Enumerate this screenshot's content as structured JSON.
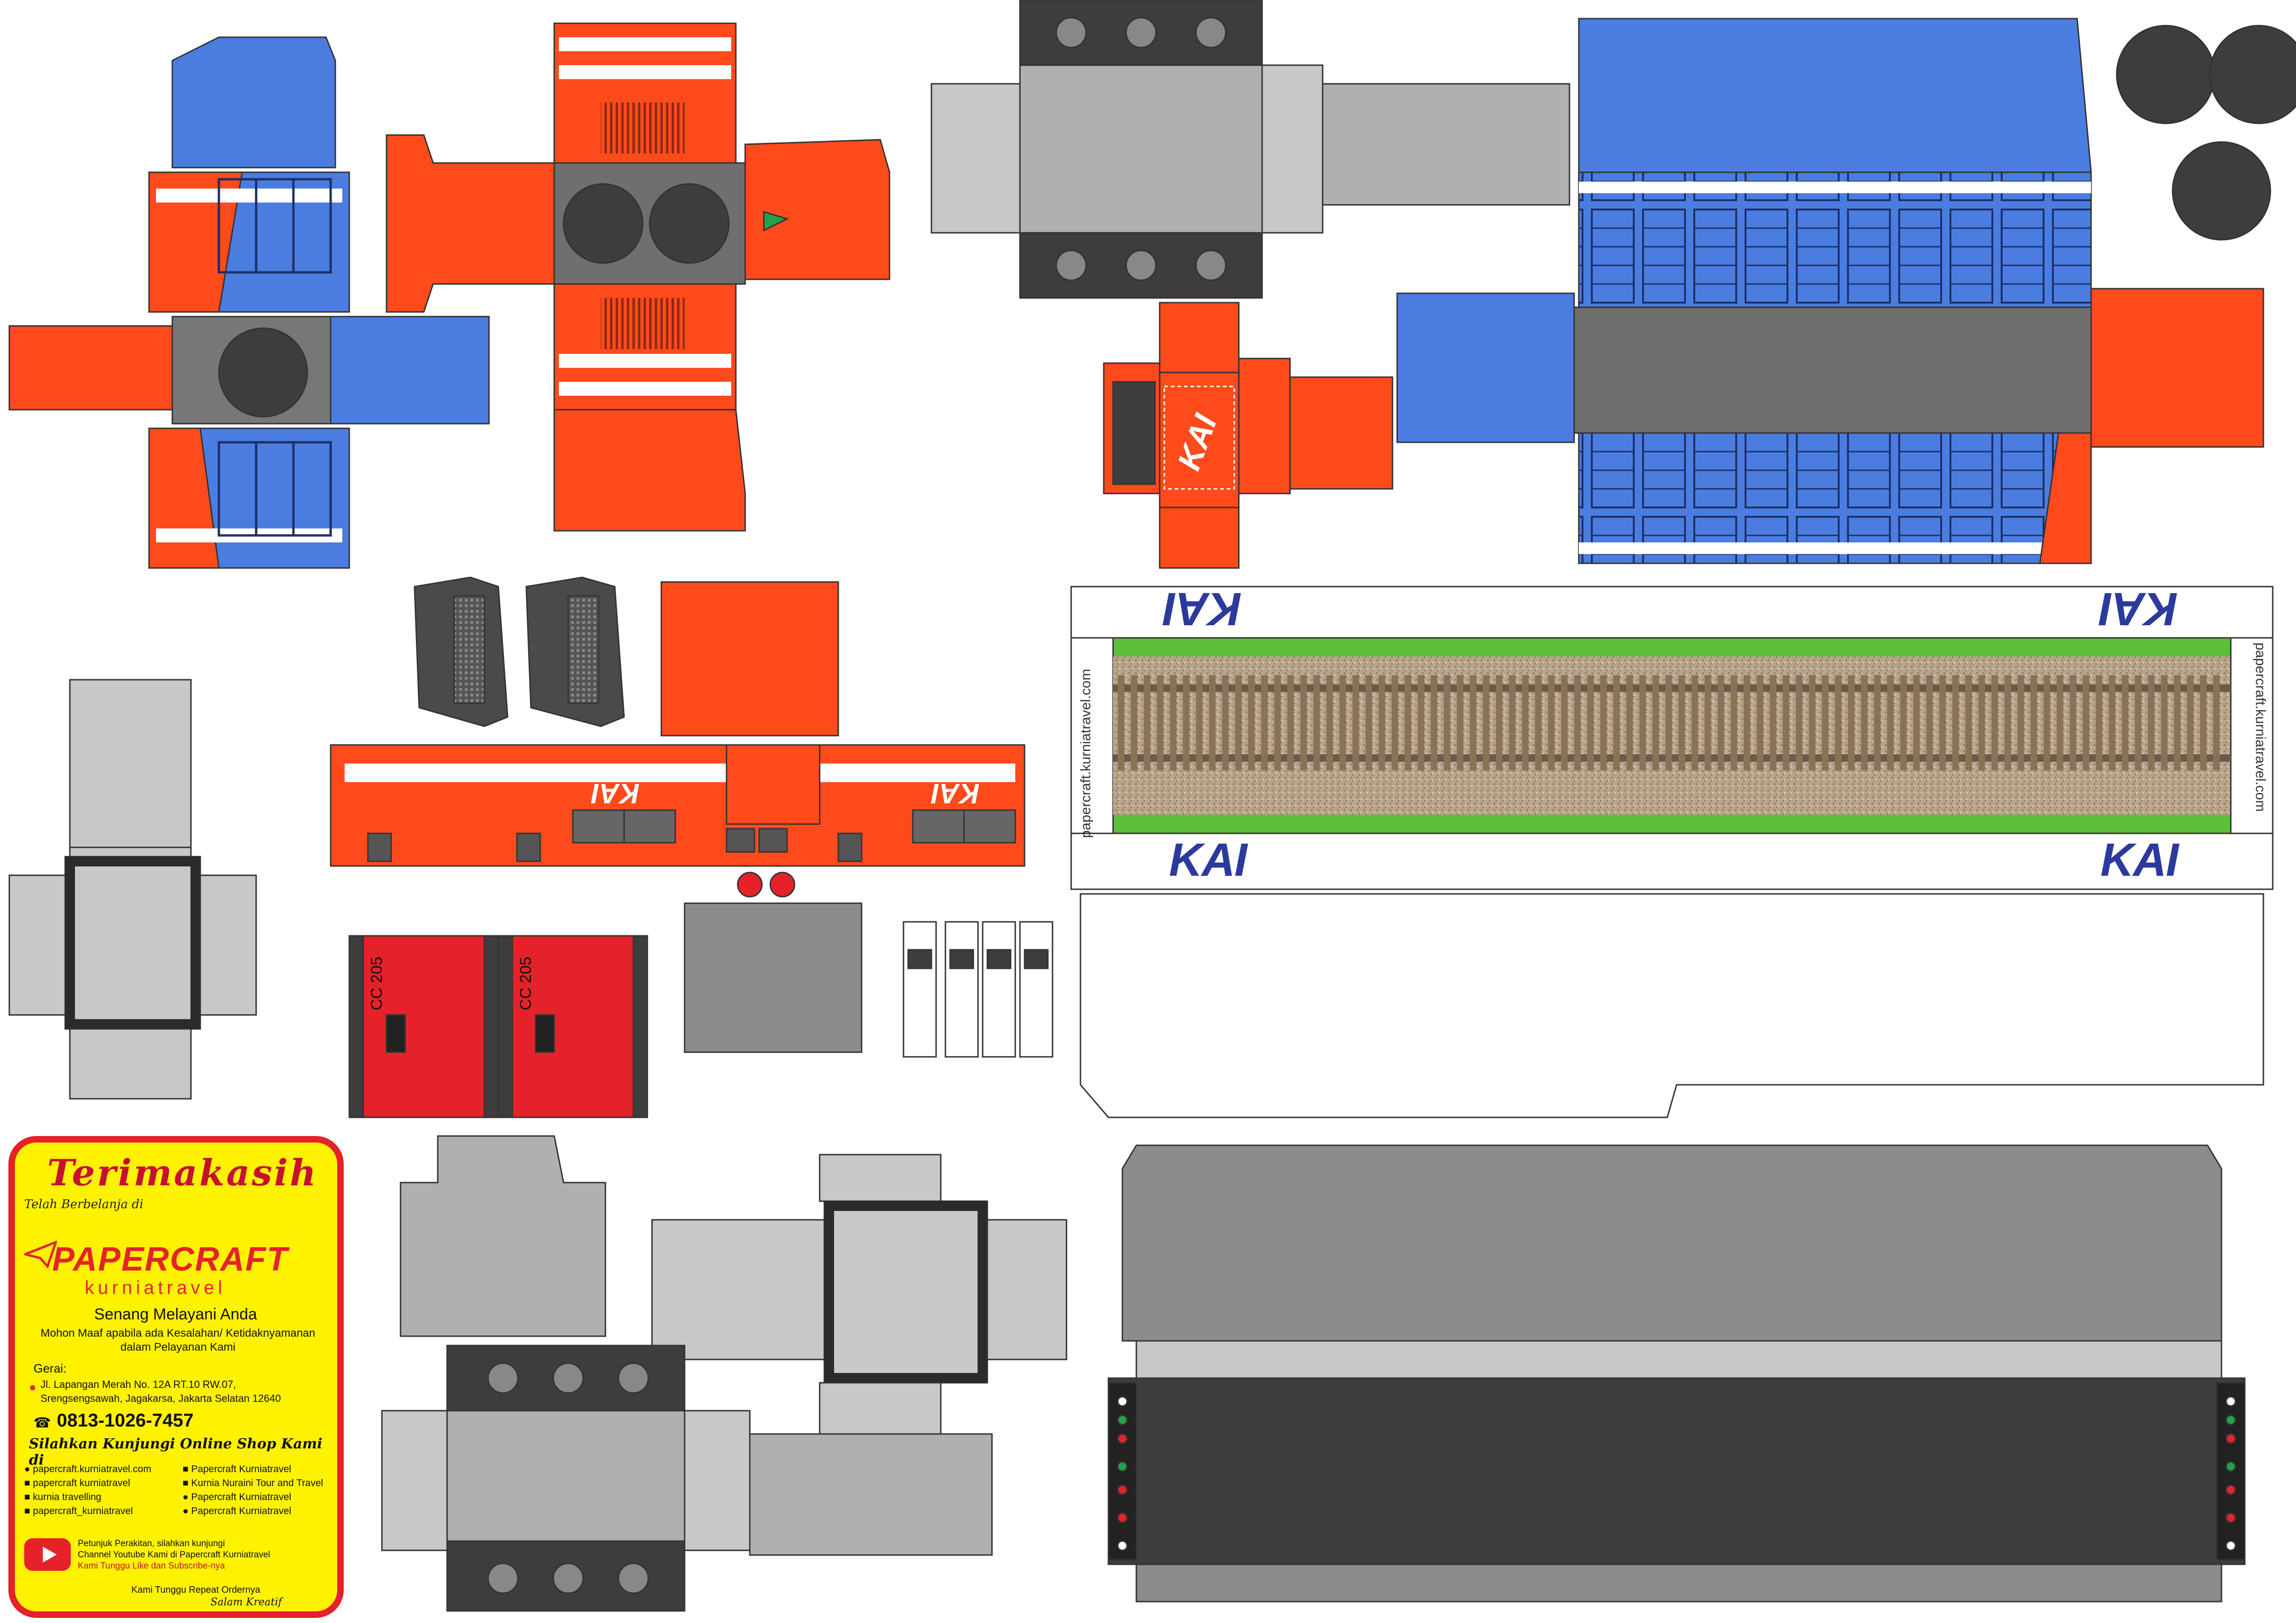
{
  "sheet": {
    "colors": {
      "orange": "#ff4a1c",
      "blue": "#4b7de0",
      "gray": "#b0b0b0",
      "dark_gray": "#6b6b6b",
      "charcoal": "#3a3a3a",
      "red": "#e5222a",
      "grass": "#5cbf3a",
      "white": "#ffffff"
    },
    "logo_text": "KAI",
    "track_watermark": "papercraft.kurniatravel.com",
    "loco_code": "CC 205"
  },
  "card": {
    "title": "Terimakasih",
    "subtitle": "Telah Berbelanja di",
    "brand": "PAPERCRAFT",
    "brand_sub": "kurniatravel",
    "slogan": "Senang Melayani Anda",
    "apology_1": "Mohon Maaf apabila ada Kesalahan/ Ketidaknyamanan",
    "apology_2": "dalam Pelayanan Kami",
    "store_label": "Gerai:",
    "address_1": "Jl. Lapangan Merah No. 12A RT.10 RW.07,",
    "address_2": "Srengsengsawah, Jagakarsa, Jakarta Selatan 12640",
    "phone": "0813-1026-7457",
    "visit": "Silahkan Kunjungi Online Shop Kami di",
    "links_left": [
      {
        "icon": "globe-icon",
        "label": "papercraft.kurniatravel.com"
      },
      {
        "icon": "facebook-icon",
        "label": "papercraft kurniatravel"
      },
      {
        "icon": "instagram-icon",
        "label": "kurnia travelling"
      },
      {
        "icon": "instagram-icon",
        "label": "papercraft_kurniatravel"
      }
    ],
    "links_right": [
      {
        "icon": "shop-icon",
        "label": "Papercraft Kurniatravel"
      },
      {
        "icon": "shop-icon",
        "label": "Kurnia Nuraini Tour and Travel"
      },
      {
        "icon": "shop-icon",
        "label": "Papercraft Kurniatravel"
      },
      {
        "icon": "shop-icon",
        "label": "Papercraft Kurniatravel"
      }
    ],
    "guide_1": "Petunjuk Perakitan, silahkan kunjungi",
    "guide_2": "Channel Youtube Kami di Papercraft Kurniatravel",
    "guide_3": "Kami Tunggu Like dan Subscribe-nya",
    "repeat": "Kami Tunggu Repeat Ordernya",
    "salam": "Salam Kreatif"
  }
}
